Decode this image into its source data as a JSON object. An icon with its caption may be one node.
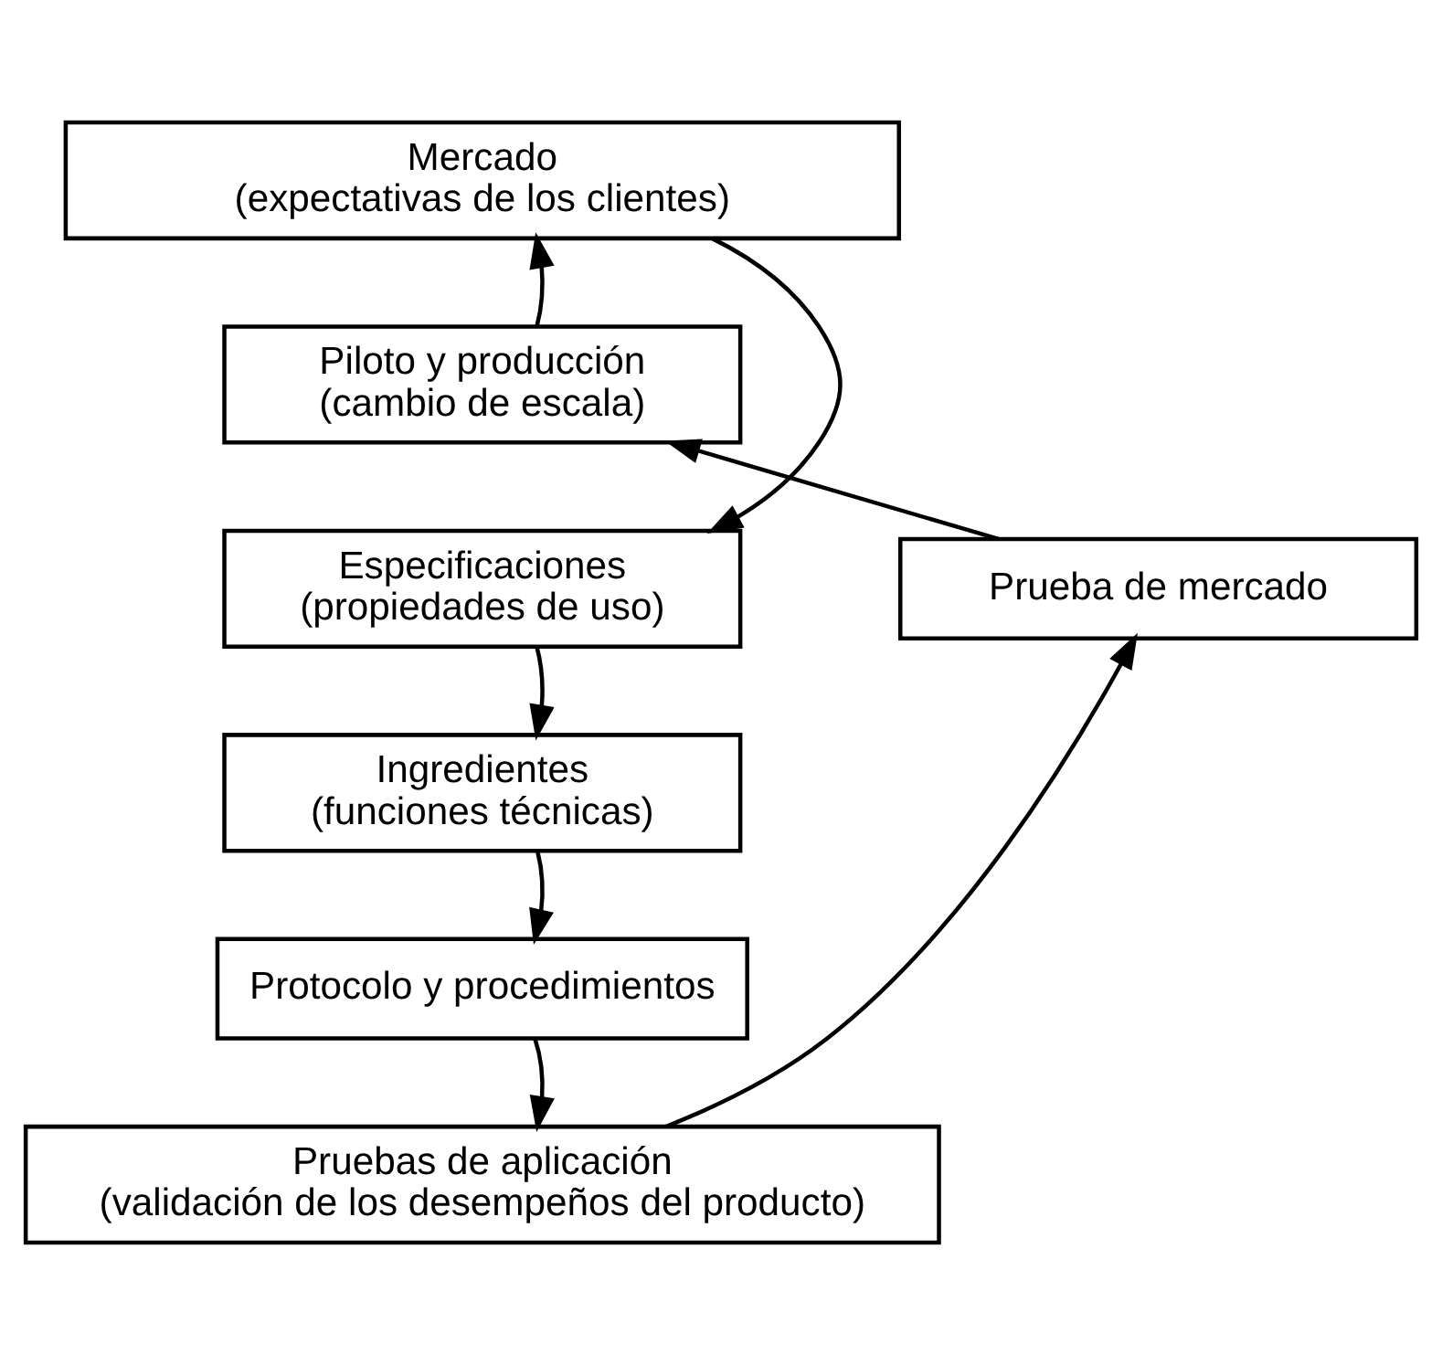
{
  "diagram": {
    "nodes": [
      {
        "text": [
          "Mercado",
          "(expectativas de los clientes)"
        ]
      },
      {
        "text": [
          "Piloto y producción",
          "(cambio de escala)"
        ]
      },
      {
        "text": [
          "Prueba de mercado"
        ]
      },
      {
        "text": [
          "Especificaciones",
          "(propiedades de uso)"
        ]
      },
      {
        "text": [
          "Ingredientes",
          "(funciones técnicas)"
        ]
      },
      {
        "text": [
          "Protocolo y procedimientos"
        ]
      },
      {
        "text": [
          "Pruebas de aplicación",
          "(validación de los desempeños del producto)"
        ]
      }
    ],
    "edges": [
      {
        "from": 0,
        "to": 3,
        "arrow": "to"
      },
      {
        "from": 3,
        "to": 4,
        "arrow": "to"
      },
      {
        "from": 4,
        "to": 5,
        "arrow": "to"
      },
      {
        "from": 5,
        "to": 6,
        "arrow": "to"
      },
      {
        "from": 6,
        "to": 2,
        "arrow": "to"
      },
      {
        "from": 2,
        "to": 1,
        "arrow": "to"
      },
      {
        "from": 1,
        "to": 0,
        "arrow": "to"
      }
    ]
  }
}
